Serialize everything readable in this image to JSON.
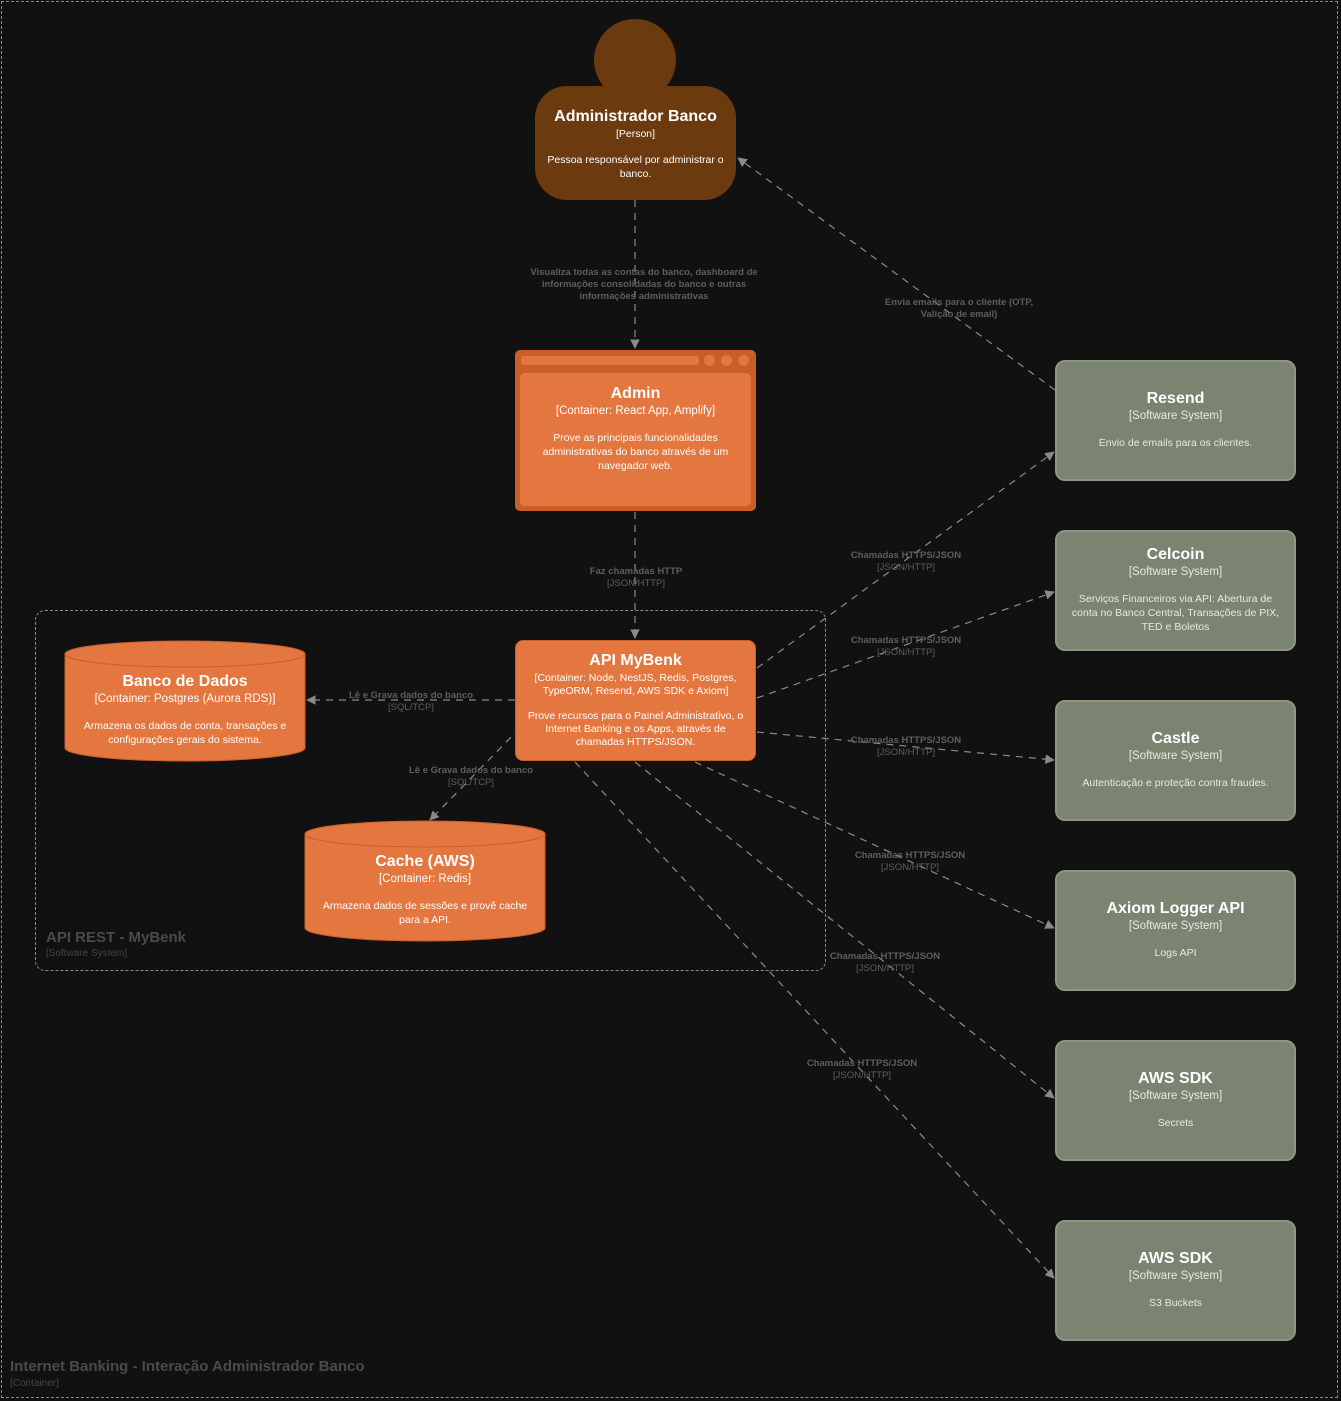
{
  "diagram": {
    "title": "Internet Banking - Interação Administrador Banco",
    "title_type": "[Container]",
    "boundary": {
      "title": "API REST - MyBenk",
      "type": "[Software System]"
    },
    "person": {
      "name": "Administrador Banco",
      "type": "[Person]",
      "description": "Pessoa responsável por administrar o banco."
    },
    "admin": {
      "name": "Admin",
      "type": "[Container: React App, Amplify]",
      "description": "Prove as principais funcionalidades administrativas do banco através de um navegador web."
    },
    "api": {
      "name": "API MyBenk",
      "type": "[Container: Node, NestJS, Redis, Postgres, TypeORM, Resend, AWS SDK e Axiom]",
      "description": "Prove recursos para o Painel Administrativo, o Internet Banking e os Apps, através de chamadas HTTPS/JSON."
    },
    "database": {
      "name": "Banco de Dados",
      "type": "[Container: Postgres (Aurora RDS)]",
      "description": "Armazena os dados de conta, transações e configurações gerais do sistema."
    },
    "cache": {
      "name": "Cache (AWS)",
      "type": "[Container: Redis]",
      "description": "Armazena dados de sessões e provê cache para a API."
    },
    "externals": [
      {
        "name": "Resend",
        "type": "[Software System]",
        "description": "Envio de emails para os clientes."
      },
      {
        "name": "Celcoin",
        "type": "[Software System]",
        "description": "Serviços Financeiros via API: Abertura de conta no Banco Central, Transações de PIX, TED e Boletos"
      },
      {
        "name": "Castle",
        "type": "[Software System]",
        "description": "Autenticação e proteção contra fraudes."
      },
      {
        "name": "Axiom Logger API",
        "type": "[Software System]",
        "description": "Logs API"
      },
      {
        "name": "AWS SDK",
        "type": "[Software System]",
        "description": "Secrets"
      },
      {
        "name": "AWS SDK",
        "type": "[Software System]",
        "description": "S3 Buckets"
      }
    ],
    "edges": {
      "person_admin": {
        "label": "Visualiza todas as contas do banco, dashboard de informações consolidadas do banco e outras informações administrativas",
        "tech": ""
      },
      "resend_person": {
        "label": "Envia emails para o cliente (OTP, Valição de email)",
        "tech": ""
      },
      "admin_api": {
        "label": "Faz chamadas HTTP",
        "tech": "[JSON/HTTP]"
      },
      "api_db": {
        "label": "Lê e Grava dados do banco",
        "tech": "[SQL/TCP]"
      },
      "api_cache": {
        "label": "Lê e Grava dados do banco",
        "tech": "[SQL/TCP]"
      },
      "api_resend": {
        "label": "Chamadas HTTPS/JSON",
        "tech": "[JSON/HTTP]"
      },
      "api_celcoin": {
        "label": "Chamadas HTTPS/JSON",
        "tech": "[JSON/HTTP]"
      },
      "api_castle": {
        "label": "Chamadas HTTPS/JSON",
        "tech": "[JSON/HTTP]"
      },
      "api_axiom": {
        "label": "Chamadas HTTPS/JSON",
        "tech": "[JSON/HTTP]"
      },
      "api_secrets": {
        "label": "Chamadas HTTPS/JSON",
        "tech": "[JSON/HTTP]"
      },
      "api_s3": {
        "label": "Chamadas HTTPS/JSON",
        "tech": "[JSON/HTTP]"
      }
    },
    "colors": {
      "background": "#111111",
      "person": "#6b3a0f",
      "container": "#e4773f",
      "container_border": "#c85f28",
      "external": "#7b8471",
      "edge": "#8a8a8a"
    }
  }
}
